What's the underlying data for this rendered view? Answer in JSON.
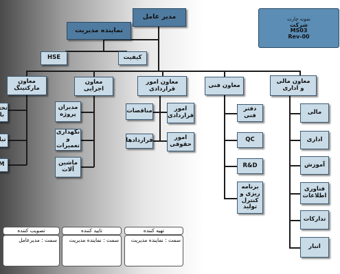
{
  "org_chart": {
    "ceo": "مدیر عامل",
    "management_rep": "نماینده مدیریت",
    "hse": "HSE",
    "quality": "کیفیت",
    "deputies": {
      "marketing": "معاون\nمارکتینگ",
      "executive": "معاون\nاجرایی",
      "contracts": "معاون امور\nقراردادی",
      "technical": "معاون فنی",
      "finance": "معاون مالی\nو اداری"
    },
    "marketing_units": [
      "تحقی\nبازا",
      "تبلیغ",
      "RM"
    ],
    "executive_units": [
      "مدیران\nپروژه",
      "نگهداری\nو\nتعمیرات",
      "ماشین\nآلات"
    ],
    "contracts_units": [
      "مناقصات",
      "امور\nقراردادی",
      "قراردادها",
      "امور\nحقوقی"
    ],
    "technical_units": [
      "دفتر فنی",
      "QC",
      "R&D",
      "برنامه\nریزی و\nکنترل\nتولید"
    ],
    "finance_units": [
      "مالی",
      "اداری",
      "آموزش",
      "فناوری\nاطلاعات",
      "تدارکات",
      "انبار"
    ]
  },
  "legend": {
    "line1": "نمونه چارت",
    "line2": "شرکت",
    "line3": "MS03",
    "line4": "Rev-00"
  },
  "signatures": [
    {
      "title": "تهیه کننده",
      "value": "سمت : نماینده مدیریت"
    },
    {
      "title": "تایید کننده",
      "value": "سمت : نماینده مدیریت"
    },
    {
      "title": "تصویب کننده",
      "value": "سمت : مدیرعامل"
    }
  ]
}
